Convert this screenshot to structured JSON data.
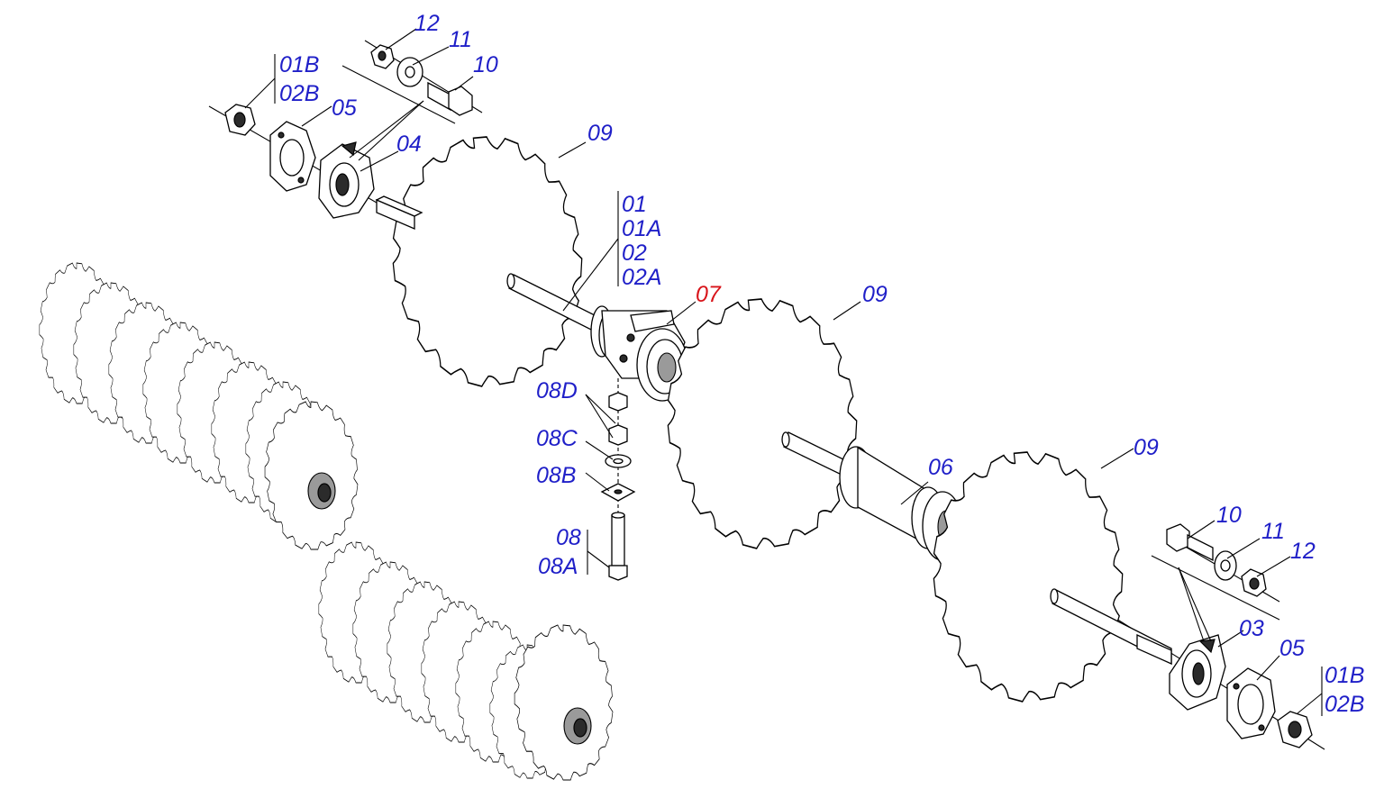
{
  "diagram": {
    "colors": {
      "callout": "#1f1fc8",
      "highlight": "#d8141a",
      "line": "#000000"
    },
    "labels": {
      "top_12": "12",
      "top_11": "11",
      "top_10": "10",
      "top_01B": "01B",
      "top_02B": "02B",
      "top_05": "05",
      "top_04": "04",
      "top_09": "09",
      "shaft_01": "01",
      "shaft_01A": "01A",
      "shaft_02": "02",
      "shaft_02A": "02A",
      "bearing_07": "07",
      "mid_09": "09",
      "bolt_08D": "08D",
      "bolt_08C": "08C",
      "bolt_08B": "08B",
      "bolt_08": "08",
      "bolt_08A": "08A",
      "spacer_06": "06",
      "right_09": "09",
      "right_10": "10",
      "right_11": "11",
      "right_12": "12",
      "right_03": "03",
      "right_05": "05",
      "right_01B": "01B",
      "right_02B": "02B"
    }
  }
}
